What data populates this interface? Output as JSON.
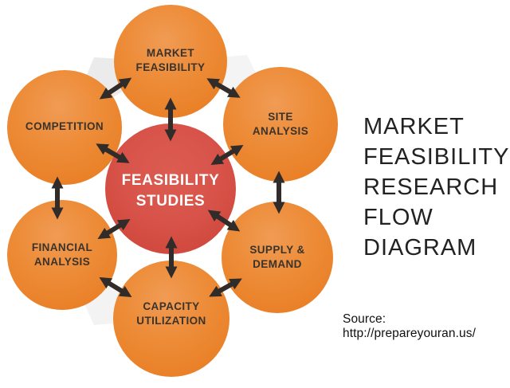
{
  "diagram": {
    "center_node": {
      "label": "FEASIBILITY\nSTUDIES"
    },
    "nodes": [
      {
        "id": "market-feasibility",
        "label": "MARKET\nFEASIBILITY"
      },
      {
        "id": "site-analysis",
        "label": "SITE\nANALYSIS"
      },
      {
        "id": "competition",
        "label": "COMPETITION"
      },
      {
        "id": "supply-demand",
        "label": "SUPPLY &\nDEMAND"
      },
      {
        "id": "financial-analysis",
        "label": "FINANCIAL\nANALYSIS"
      },
      {
        "id": "capacity-utilization",
        "label": "CAPACITY\nUTILIZATION"
      }
    ],
    "connector_icon": "double-headed-arrow",
    "colors": {
      "outer_circle_orange_light": "#F09B54",
      "outer_circle_orange_dark": "#E87C22",
      "center_circle_red_light": "#DC5C52",
      "center_circle_red_dark": "#CC4238",
      "arrow_charcoal": "#312c29",
      "node_text": "#3a332c",
      "center_text": "#ffffff",
      "hexagon_wedge_gray": "#EBEBEB",
      "background": "#ffffff"
    }
  },
  "side_panel": {
    "title": "MARKET\nFEASIBILITY\nRESEARCH\nFLOW\nDIAGRAM",
    "source": "Source: http://prepareyouran.us/"
  }
}
